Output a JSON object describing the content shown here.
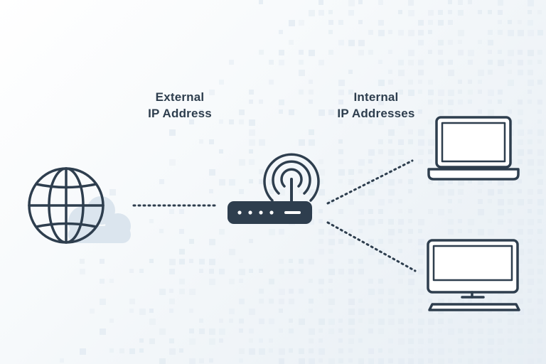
{
  "labels": {
    "external": {
      "line1": "External",
      "line2": "IP Address"
    },
    "internal": {
      "line1": "Internal",
      "line2": "IP Addresses"
    }
  },
  "nodes": {
    "internet": {
      "icon": "globe-icon"
    },
    "cloud": {
      "icon": "cloud-icon"
    },
    "router": {
      "icon": "router-icon"
    },
    "laptop": {
      "icon": "laptop-icon"
    },
    "desktop": {
      "icon": "desktop-monitor-icon"
    }
  },
  "colors": {
    "stroke": "#2e3e4e",
    "text": "#2e3e4e",
    "cloud": "#dbe5ee",
    "pattern": "#e3ebf2"
  }
}
